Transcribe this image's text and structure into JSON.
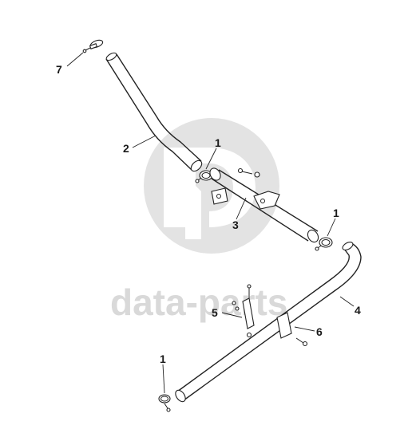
{
  "watermark": {
    "text": "data-parts",
    "color": "#d9d9d9"
  },
  "callouts": {
    "c7": "7",
    "c2": "2",
    "c1_top": "1",
    "c3": "3",
    "c1_right": "1",
    "c4": "4",
    "c5": "5",
    "c6": "6",
    "c1_bottom": "1"
  },
  "colors": {
    "line": "#222222",
    "background": "#ffffff"
  }
}
